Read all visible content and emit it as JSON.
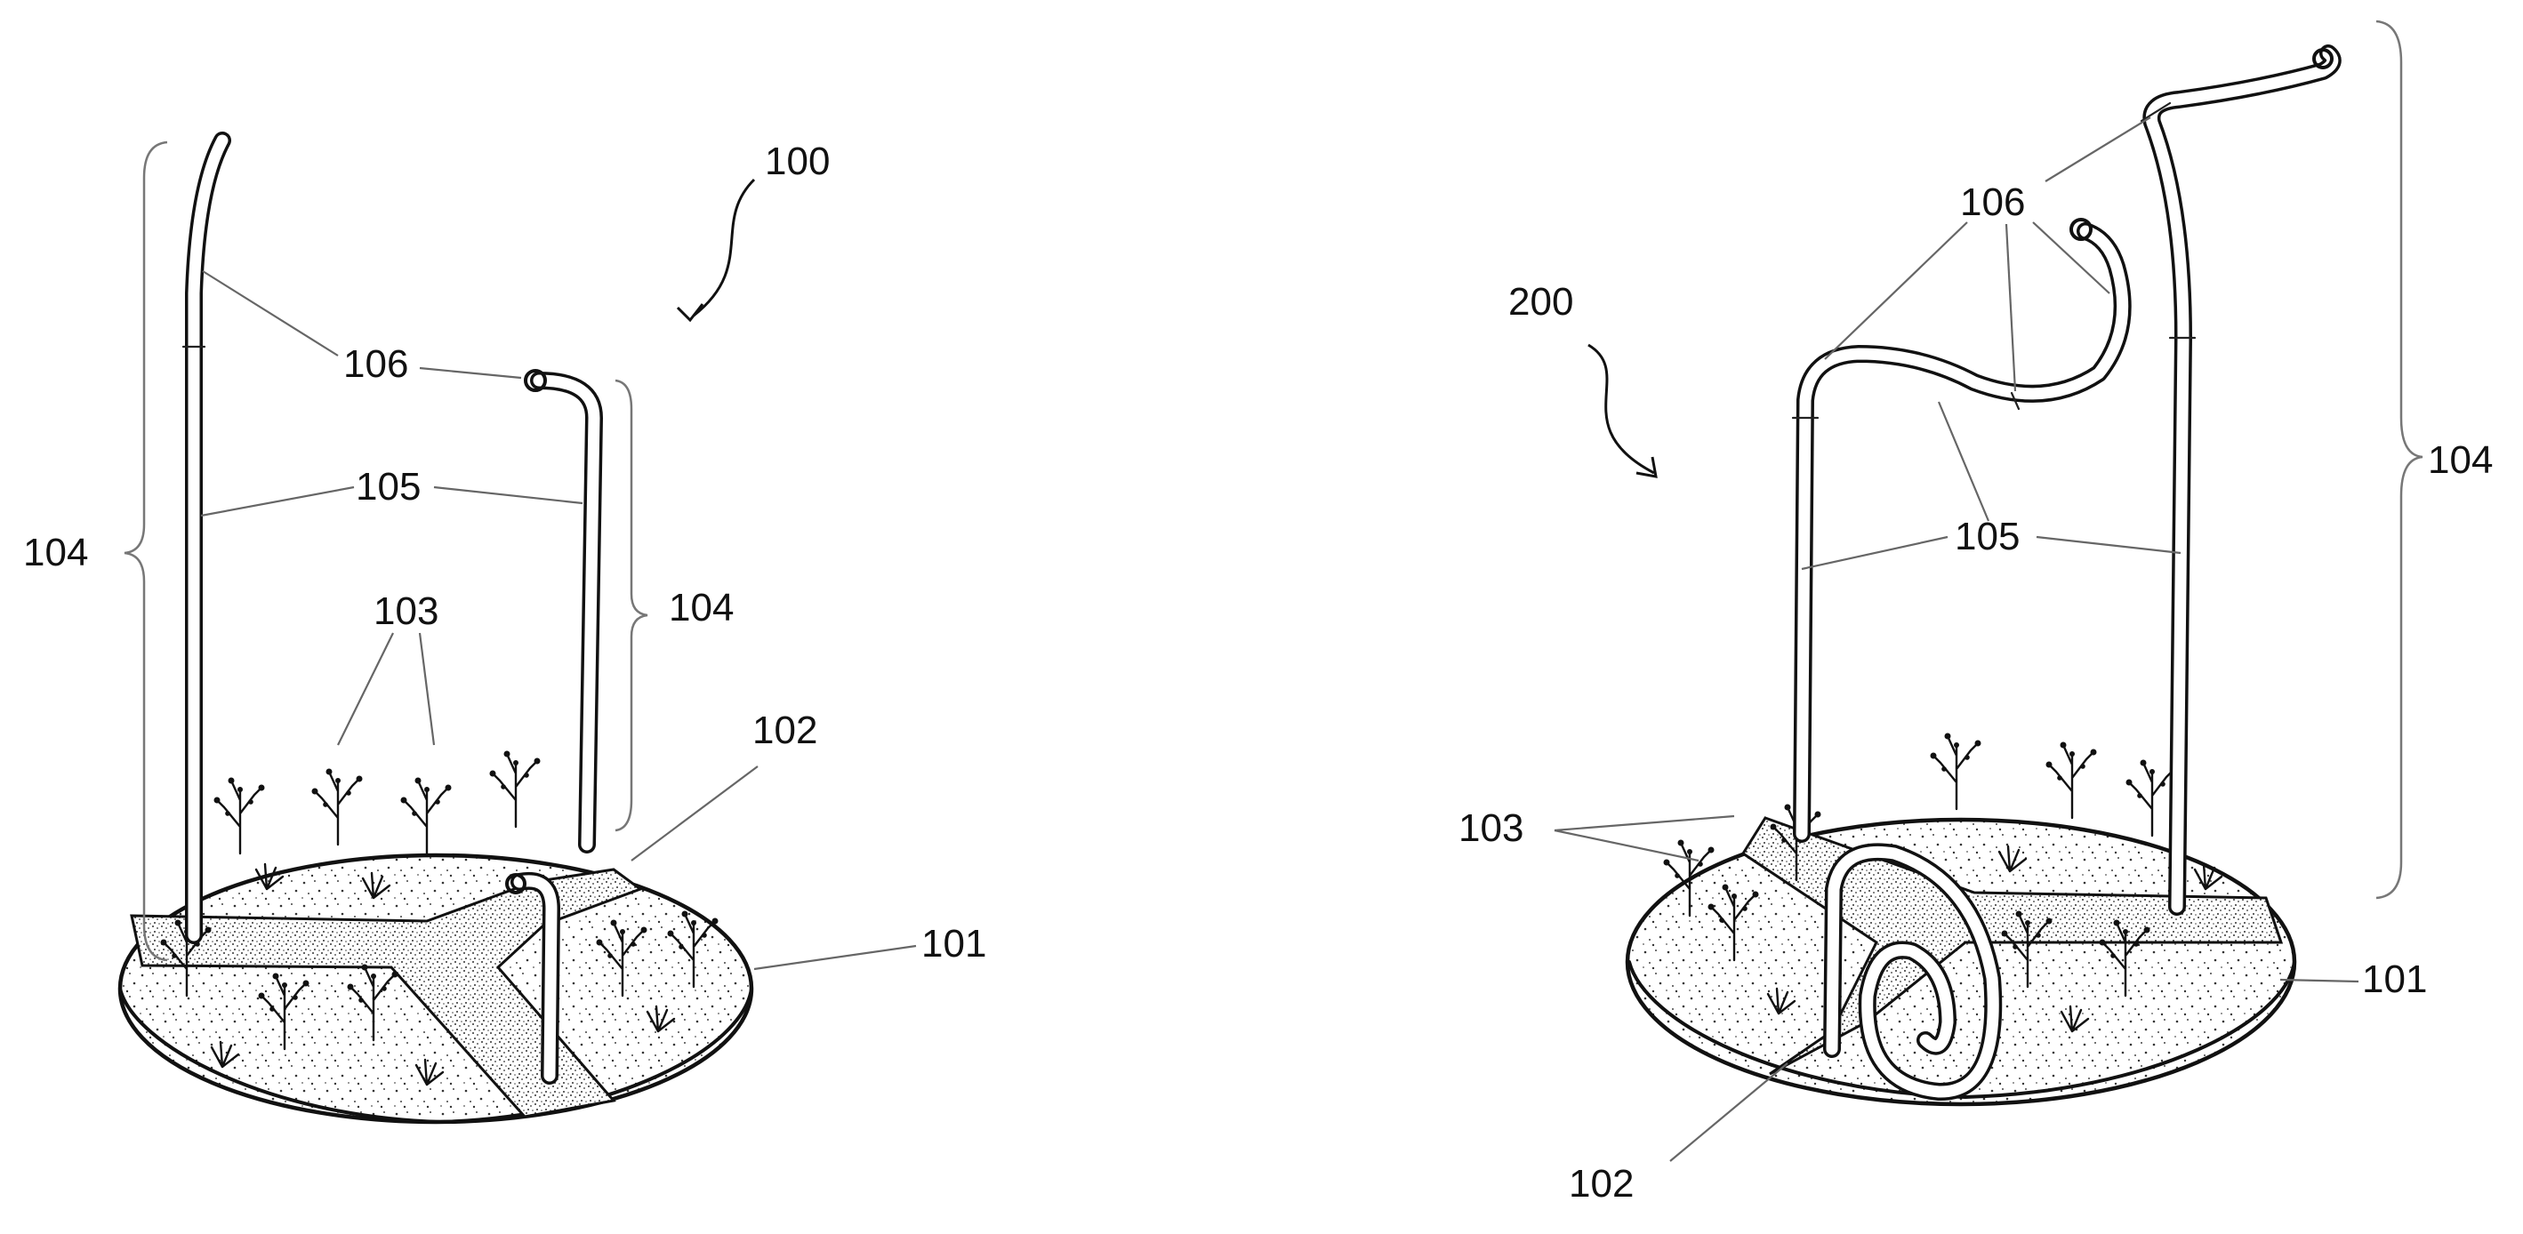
{
  "figure_left": {
    "assembly": "100",
    "base": "101",
    "path": "102",
    "plants": "103",
    "height_left": "104",
    "height_right": "104",
    "stake_body": "105",
    "stake_top": "106"
  },
  "figure_right": {
    "assembly": "200",
    "base": "101",
    "path": "102",
    "plants": "103",
    "height": "104",
    "stake_body": "105",
    "stake_top": "106"
  },
  "colors": {
    "ink": "#111111",
    "leader": "#666666",
    "background": "#ffffff"
  }
}
